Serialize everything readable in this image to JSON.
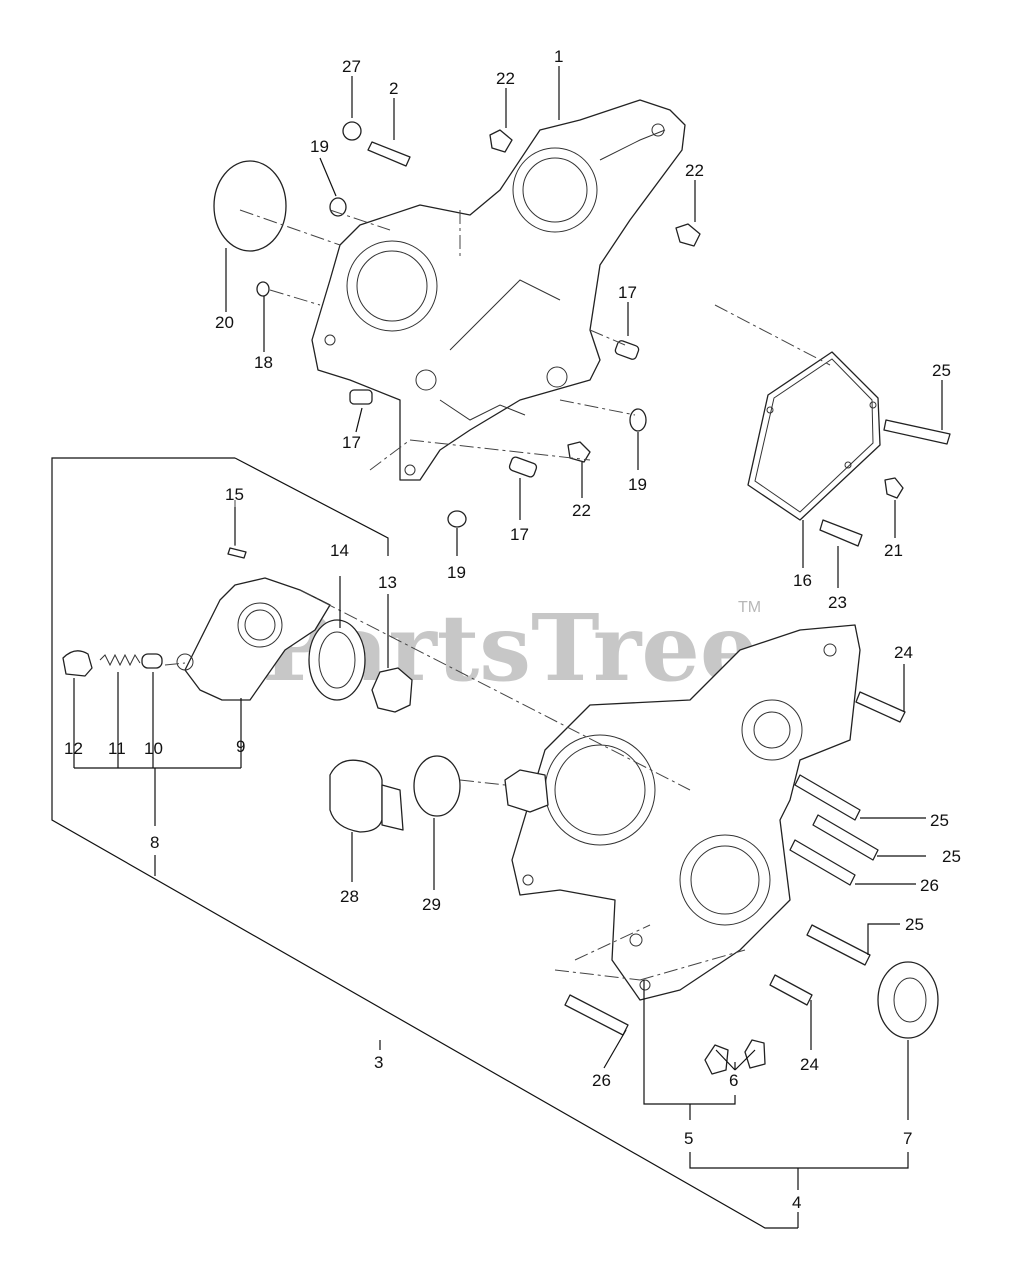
{
  "watermark": {
    "text": "PartsTree",
    "trademark": "TM"
  },
  "callouts": [
    {
      "id": "c27",
      "text": "27"
    },
    {
      "id": "c2",
      "text": "2"
    },
    {
      "id": "c22a",
      "text": "22"
    },
    {
      "id": "c1",
      "text": "1"
    },
    {
      "id": "c19a",
      "text": "19"
    },
    {
      "id": "c22b",
      "text": "22"
    },
    {
      "id": "c20",
      "text": "20"
    },
    {
      "id": "c18",
      "text": "18"
    },
    {
      "id": "c17a",
      "text": "17"
    },
    {
      "id": "c25a",
      "text": "25"
    },
    {
      "id": "c17b",
      "text": "17"
    },
    {
      "id": "c19b",
      "text": "19"
    },
    {
      "id": "c22c",
      "text": "22"
    },
    {
      "id": "c17c",
      "text": "17"
    },
    {
      "id": "c21",
      "text": "21"
    },
    {
      "id": "c15",
      "text": "15"
    },
    {
      "id": "c14",
      "text": "14"
    },
    {
      "id": "c13",
      "text": "13"
    },
    {
      "id": "c19c",
      "text": "19"
    },
    {
      "id": "c16",
      "text": "16"
    },
    {
      "id": "c23",
      "text": "23"
    },
    {
      "id": "c24a",
      "text": "24"
    },
    {
      "id": "c12",
      "text": "12"
    },
    {
      "id": "c11",
      "text": "11"
    },
    {
      "id": "c10",
      "text": "10"
    },
    {
      "id": "c9",
      "text": "9"
    },
    {
      "id": "c8",
      "text": "8"
    },
    {
      "id": "c28",
      "text": "28"
    },
    {
      "id": "c29",
      "text": "29"
    },
    {
      "id": "c25b",
      "text": "25"
    },
    {
      "id": "c25c",
      "text": "25"
    },
    {
      "id": "c26a",
      "text": "26"
    },
    {
      "id": "c25d",
      "text": "25"
    },
    {
      "id": "c3",
      "text": "3"
    },
    {
      "id": "c26b",
      "text": "26"
    },
    {
      "id": "c6",
      "text": "6"
    },
    {
      "id": "c24b",
      "text": "24"
    },
    {
      "id": "c7",
      "text": "7"
    },
    {
      "id": "c5",
      "text": "5"
    },
    {
      "id": "c4",
      "text": "4"
    }
  ]
}
